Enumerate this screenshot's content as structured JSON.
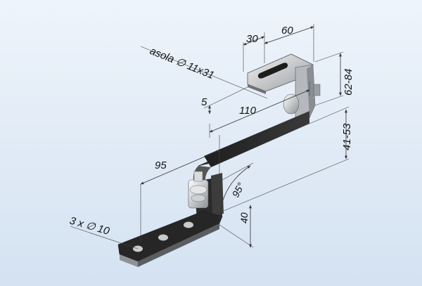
{
  "dimensions": {
    "slot": "asola ∅ 11x31",
    "d30": "30",
    "d60": "60",
    "d62_84": "62-84",
    "d5": "5",
    "d110": "110",
    "d41_53": "41-53",
    "d95": "95",
    "angle": "95°",
    "d40": "40",
    "holes": "3 x ∅ 10"
  },
  "colors": {
    "background_top": "#eef4fb",
    "background_bottom": "#d4e2f1",
    "steel_dark": "#2b2b2b",
    "steel_light": "#bfc3c8",
    "dimension_line": "#333333"
  }
}
